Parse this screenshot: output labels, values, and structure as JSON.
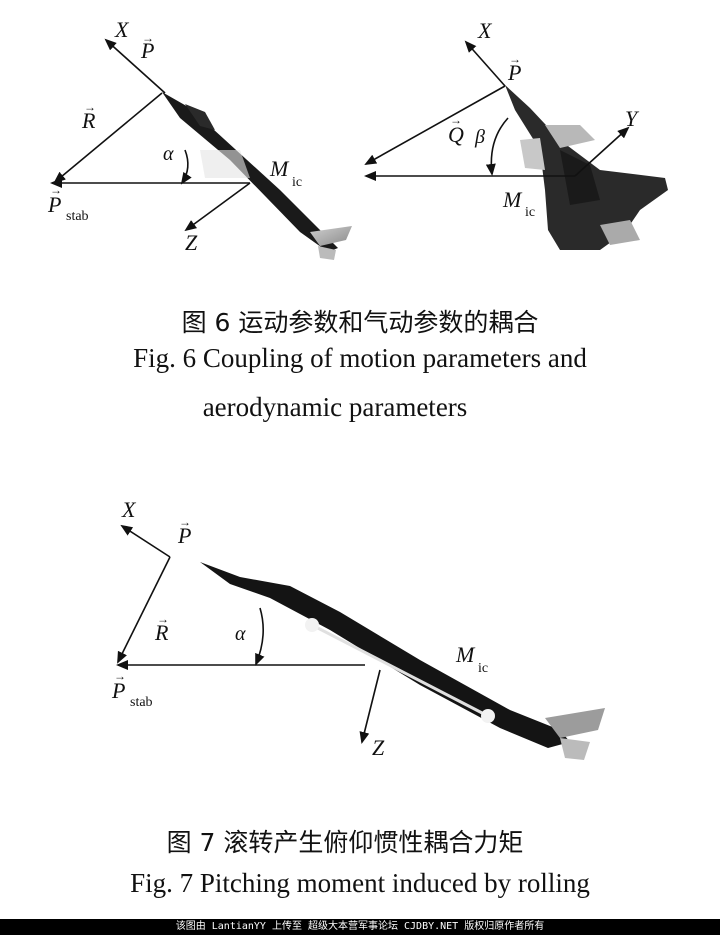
{
  "figure6": {
    "left_diagram": {
      "labels": {
        "x": "X",
        "p": "P",
        "r": "R",
        "alpha": "α",
        "p_stab": "P",
        "p_stab_sub": "stab",
        "m": "M",
        "m_sub": "ic",
        "z": "Z"
      }
    },
    "right_diagram": {
      "labels": {
        "x": "X",
        "p": "P",
        "q": "Q",
        "beta": "β",
        "y": "Y",
        "m": "M",
        "m_sub": "ic"
      }
    },
    "caption_cn": "图 6  运动参数和气动参数的耦合",
    "caption_en_line1": "Fig. 6  Coupling of motion parameters and",
    "caption_en_line2": "aerodynamic parameters"
  },
  "figure7": {
    "labels": {
      "x": "X",
      "p": "P",
      "r": "R",
      "alpha": "α",
      "p_stab": "P",
      "p_stab_sub": "stab",
      "m": "M",
      "m_sub": "ic",
      "z": "Z"
    },
    "caption_cn": "图 7  滚转产生俯仰惯性耦合力矩",
    "caption_en": "Fig. 7  Pitching moment induced by rolling"
  },
  "footer": "该图由 LantianYY 上传至 超级大本营军事论坛 CJDBY.NET 版权归原作者所有"
}
